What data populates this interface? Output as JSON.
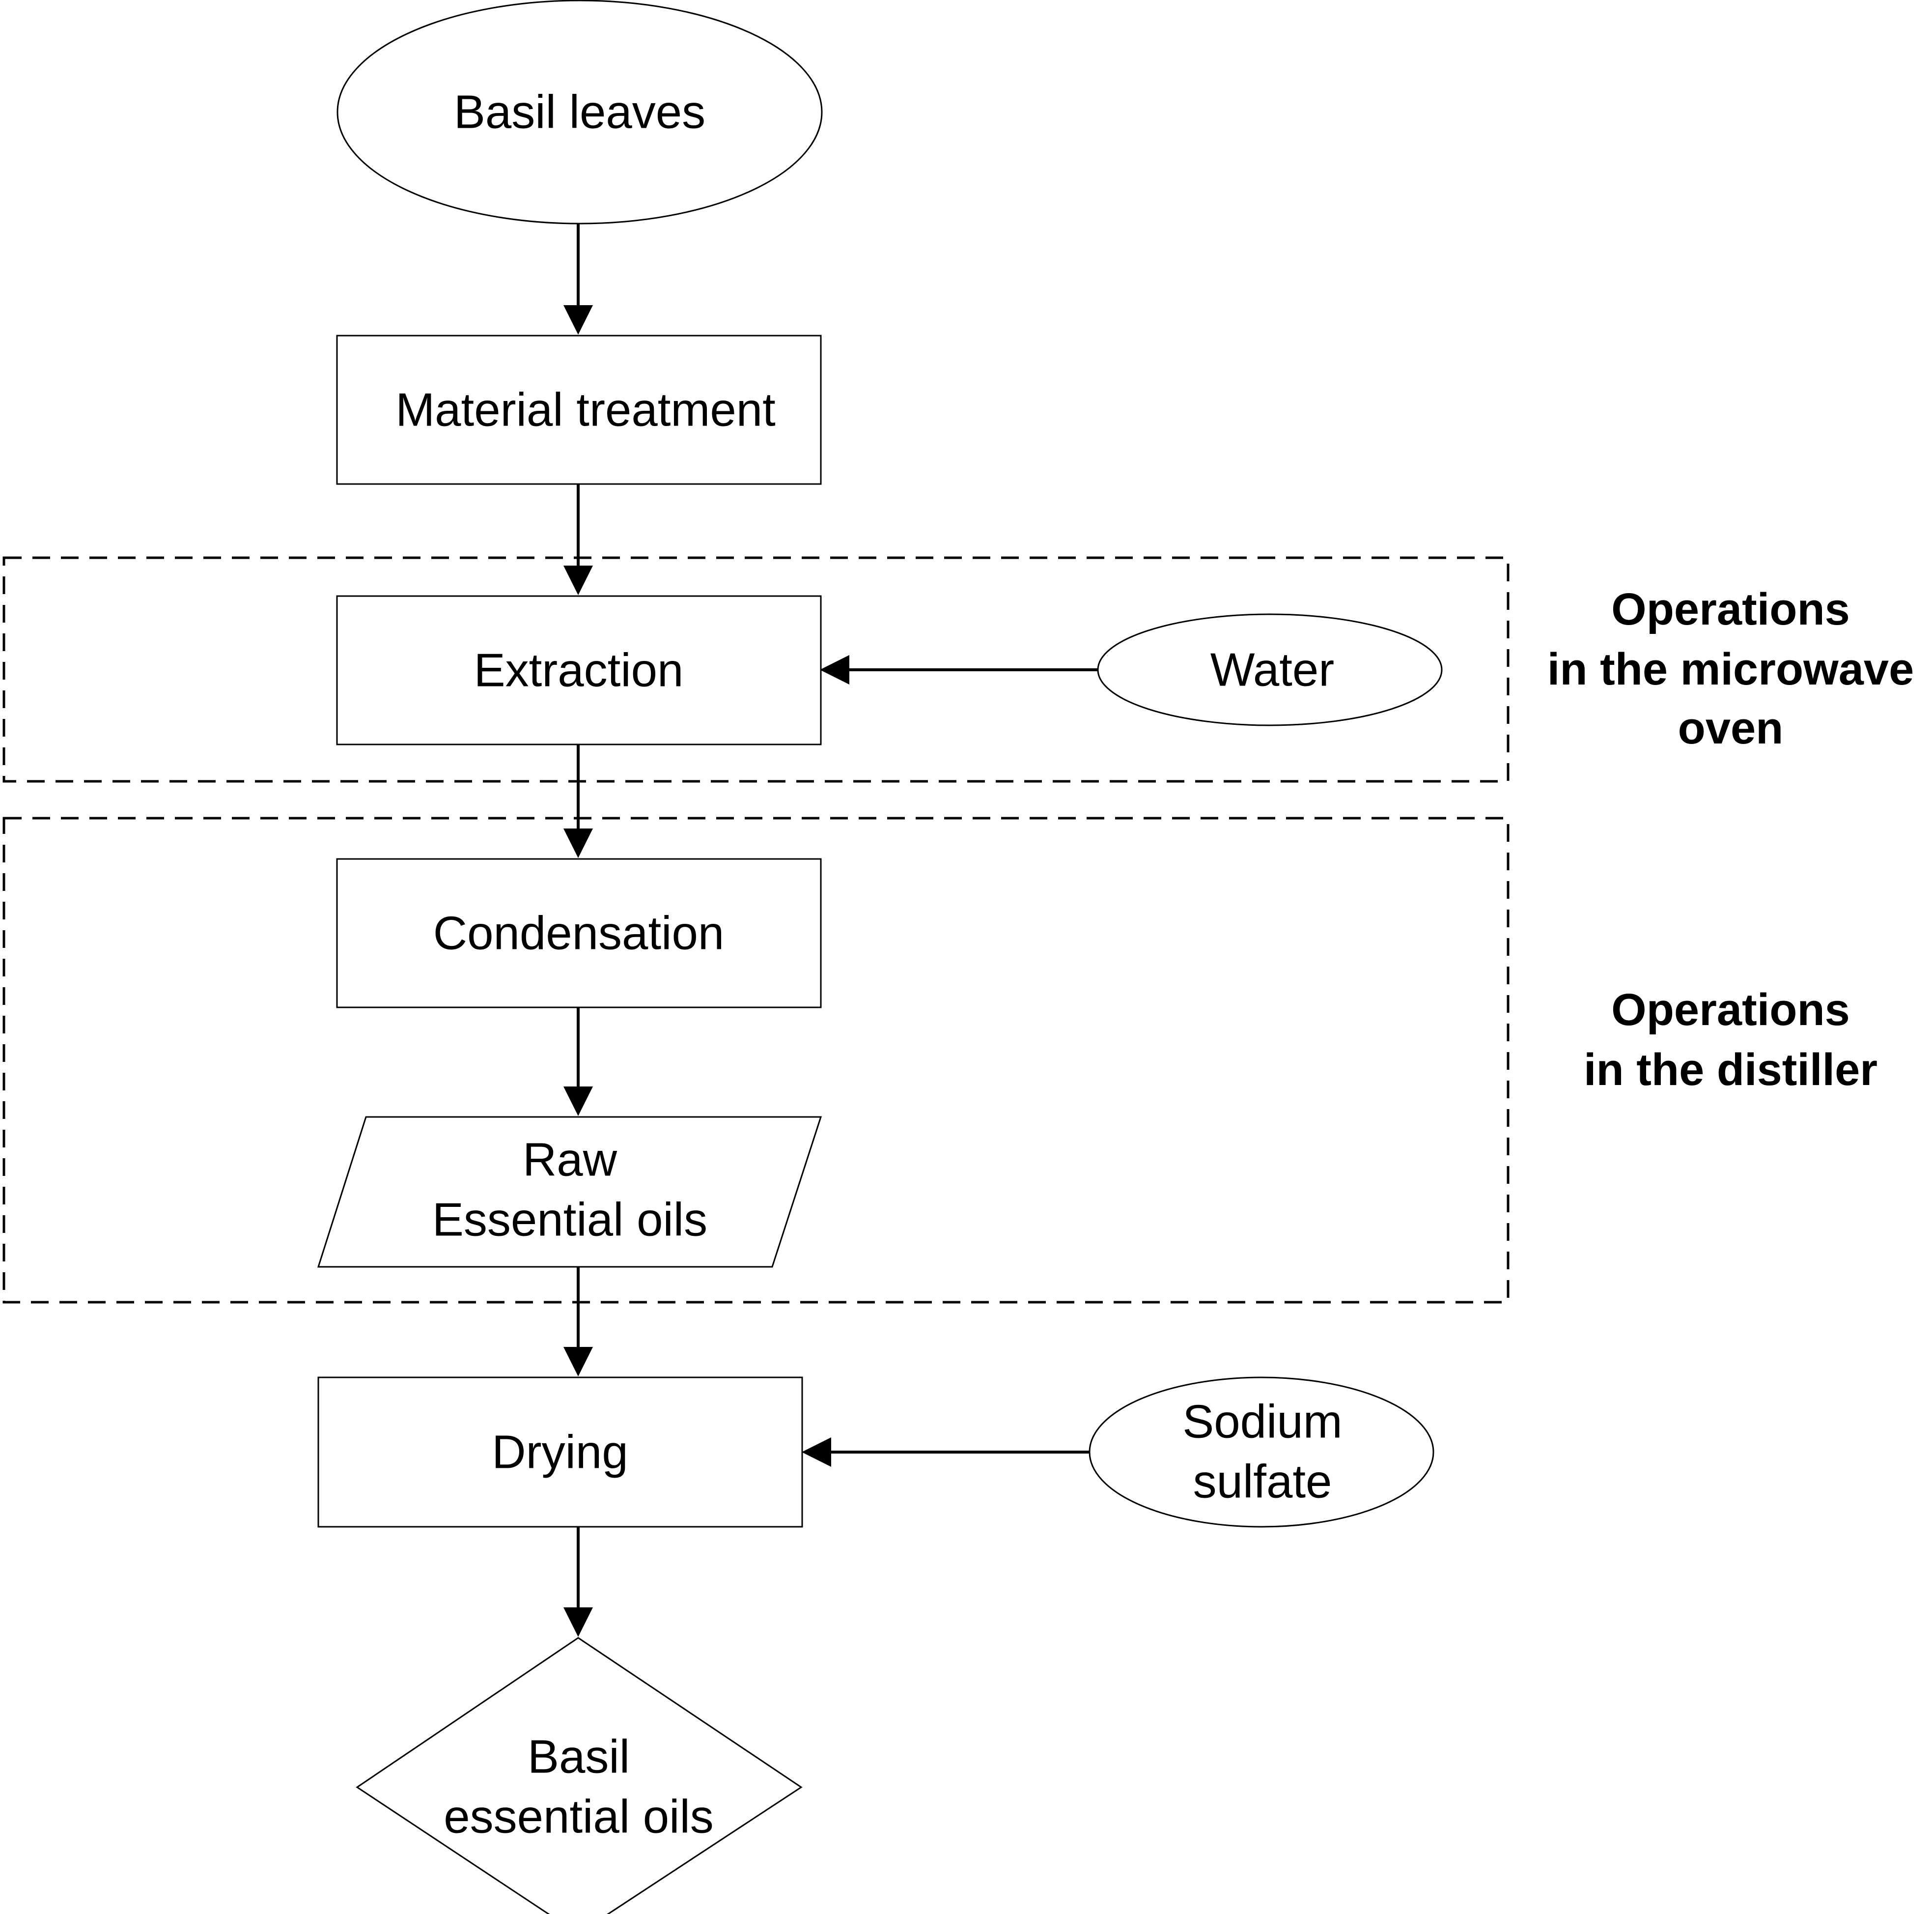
{
  "nodes": {
    "basil_leaves": {
      "label": "Basil leaves"
    },
    "material_treatment": {
      "label": "Material treatment"
    },
    "extraction": {
      "label": "Extraction"
    },
    "water": {
      "label": "Water"
    },
    "condensation": {
      "label": "Condensation"
    },
    "raw_oils": {
      "line1": "Raw",
      "line2": "Essential oils"
    },
    "drying": {
      "label": "Drying"
    },
    "sodium_sulfate": {
      "line1": "Sodium",
      "line2": "sulfate"
    },
    "basil_oils": {
      "line1": "Basil",
      "line2": "essential oils"
    }
  },
  "groups": {
    "microwave": {
      "line1": "Operations",
      "line2": "in the microwave",
      "line3": "oven"
    },
    "distiller": {
      "line1": "Operations",
      "line2": "in the distiller"
    }
  },
  "edges": [
    {
      "from": "basil_leaves",
      "to": "material_treatment"
    },
    {
      "from": "material_treatment",
      "to": "extraction"
    },
    {
      "from": "water",
      "to": "extraction"
    },
    {
      "from": "extraction",
      "to": "condensation"
    },
    {
      "from": "condensation",
      "to": "raw_oils"
    },
    {
      "from": "raw_oils",
      "to": "drying"
    },
    {
      "from": "sodium_sulfate",
      "to": "drying"
    },
    {
      "from": "drying",
      "to": "basil_oils"
    }
  ]
}
